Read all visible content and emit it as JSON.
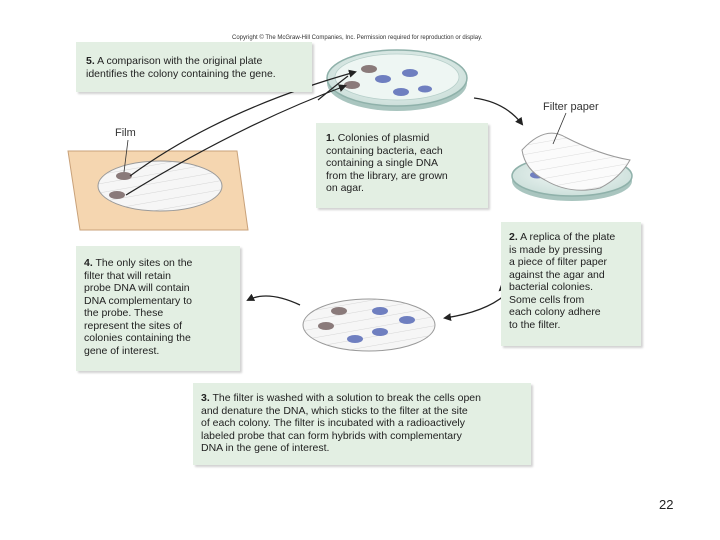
{
  "copyright": "Copyright © The McGraw-Hill Companies, Inc. Permission required for reproduction or display.",
  "steps": {
    "step5": {
      "num": "5.",
      "text": "A comparison with the original plate\nidentifies the colony containing the gene."
    },
    "step1": {
      "num": "1.",
      "text": "Colonies of plasmid\ncontaining bacteria, each\ncontaining a single DNA\nfrom the library, are grown\non agar."
    },
    "step2": {
      "num": "2.",
      "text": "A replica of the plate\nis made by pressing\na piece of filter paper\nagainst the agar and\nbacterial colonies.\nSome cells from\neach colony adhere\nto the filter."
    },
    "step3": {
      "num": "3.",
      "text": "The filter is washed with a solution to break the cells open\nand denature the DNA, which sticks to the filter at the site\nof each colony. The filter is incubated with a radioactively\nlabeled probe that can form hybrids with complementary\nDNA in the gene of interest."
    },
    "step4": {
      "num": "4.",
      "text": "The only sites on the\nfilter that will retain\nprobe DNA will contain\nDNA complementary to\nthe probe. These\nrepresent the sites of\ncolonies containing the\ngene of interest."
    }
  },
  "labels": {
    "filter_paper": "Filter paper",
    "film": "Film"
  },
  "page_number": "22",
  "colors": {
    "box_bg": "#e3efe3",
    "film": "#f5d6b0",
    "colony": "#6f7fc0"
  }
}
